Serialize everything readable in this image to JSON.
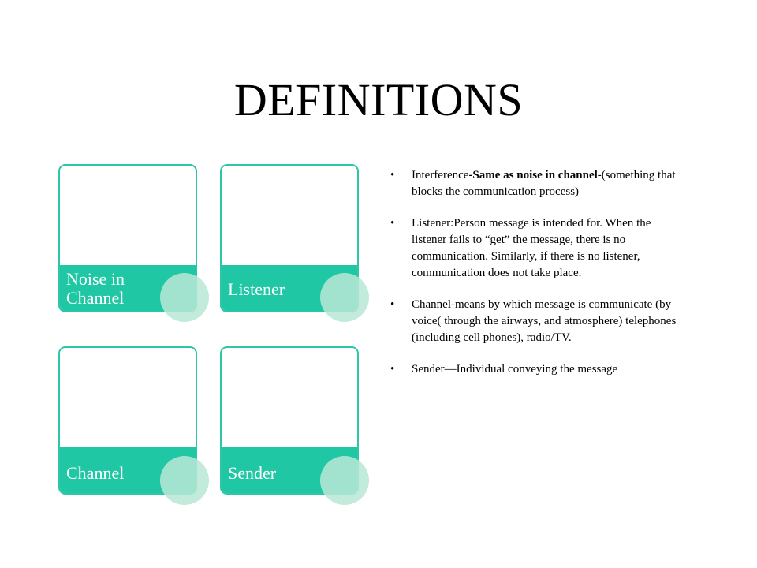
{
  "slide": {
    "title": "DEFINITIONS"
  },
  "cards": [
    {
      "line1": "Noise in",
      "line2": "Channel"
    },
    {
      "line1": "Listener",
      "line2": ""
    },
    {
      "line1": "Channel",
      "line2": ""
    },
    {
      "line1": "Sender",
      "line2": ""
    }
  ],
  "bullets": [
    {
      "pre": "Interference",
      "bold": "-Same as noise in channel",
      "post": "-(something that blocks the communication process)"
    },
    {
      "text": "Listener:Person message is intended for. When the listener fails to “get” the message, there is no communication. Similarly, if there is no listener, communication does not take place."
    },
    {
      "text": "Channel-means by which message is communicate (by voice( through the airways, and atmosphere) telephones (including cell phones), radio/TV."
    },
    {
      "text": "Sender—Individual conveying the message"
    }
  ],
  "bullet_symbol": "•",
  "colors": {
    "card_border": "#2ec6a6",
    "card_band": "#1fc7a5",
    "circle": "#b9e7d5"
  }
}
